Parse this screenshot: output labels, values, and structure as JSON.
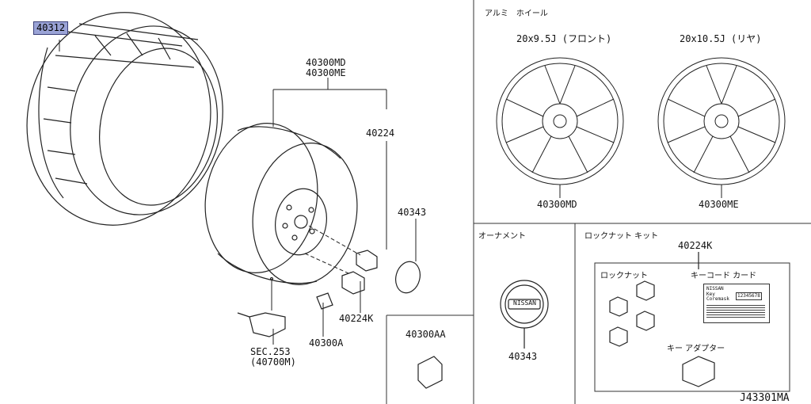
{
  "parts": {
    "tire": "40312",
    "wheel_top1": "40300MD",
    "wheel_top2": "40300ME",
    "nut": "40224",
    "cap_right": "40343",
    "lock_nut": "40224K",
    "balance_weight": "40300A",
    "sensor_sec1": "SEC.253",
    "sensor_sec2": "(40700M)",
    "bottom_box": "40300AA",
    "wheel_front_code": "40300MD",
    "wheel_rear_code": "40300ME",
    "ornament_code": "40343",
    "lock_kit_code": "40224K",
    "diagram_code": "J43301MA"
  },
  "panels": {
    "alloy_wheel_title": "アルミ　ホイール",
    "front_size": "20x9.5J (フロント)",
    "rear_size": "20x10.5J (リヤ)",
    "ornament_title": "オーナメント",
    "lock_kit_title": "ロックナット キット",
    "lock_nut_label": "ロックナット",
    "key_card_label": "キーコード カード",
    "key_adapter_label": "キー アダプター"
  },
  "card": {
    "brand": "NISSAN",
    "line1": "Key",
    "line2": "Coremask",
    "number": "12345678"
  },
  "ornament_logo": "NISSAN"
}
